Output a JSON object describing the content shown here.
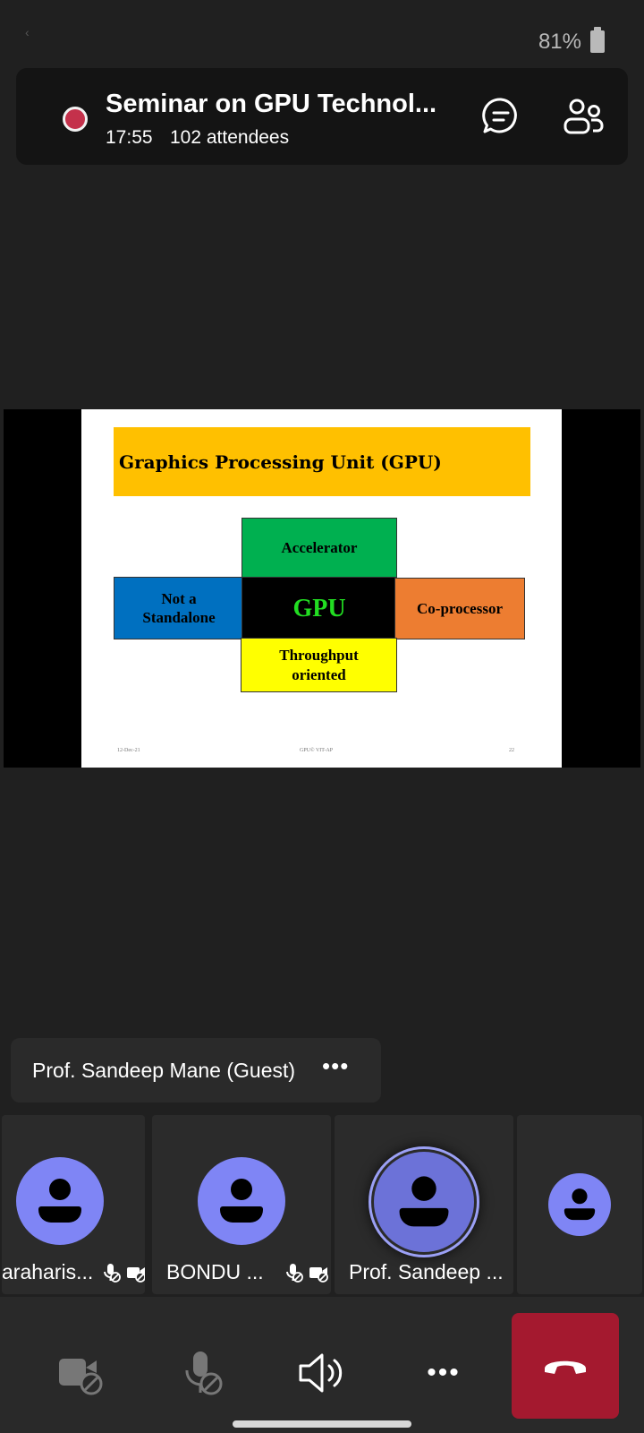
{
  "status_bar": {
    "battery": "81%"
  },
  "meeting": {
    "title": "Seminar on GPU Technol...",
    "time": "17:55",
    "attendees": "102 attendees",
    "icons": {
      "recording": "record-icon",
      "chat": "chat-icon",
      "participants": "people-icon"
    }
  },
  "slide": {
    "title": "Graphics Processing Unit (GPU)",
    "center": "GPU",
    "top": "Accelerator",
    "left_line1": "Not a",
    "left_line2": "Standalone",
    "right": "Co-processor",
    "bottom_line1": "Throughput",
    "bottom_line2": "oriented",
    "footer_left": "12-Dec-21",
    "footer_center": "GPU© VIT-AP",
    "footer_right": "22",
    "colors": {
      "title_bg": "#ffc000",
      "accelerator": "#00b050",
      "standalone": "#0070c0",
      "coprocessor": "#ed7d31",
      "throughput": "#ffff00",
      "gpu_text": "#22dd22"
    }
  },
  "speaker": {
    "name": "Prof. Sandeep Mane (Guest)",
    "more_label": "•••"
  },
  "participants": [
    {
      "name": "araharis...",
      "muted": true,
      "video_off": true
    },
    {
      "name": "BONDU ...",
      "muted": true,
      "video_off": true
    },
    {
      "name": "Prof. Sandeep ...",
      "speaking": true
    },
    {
      "name": ""
    }
  ],
  "controls": {
    "camera": "camera-off-icon",
    "mic": "mic-off-icon",
    "speaker": "speaker-icon",
    "more": "more-icon",
    "hangup": "hang-up-icon",
    "more_label": "•••",
    "hangup_color": "#a4192f"
  },
  "avatar_color": "#7f85f5"
}
